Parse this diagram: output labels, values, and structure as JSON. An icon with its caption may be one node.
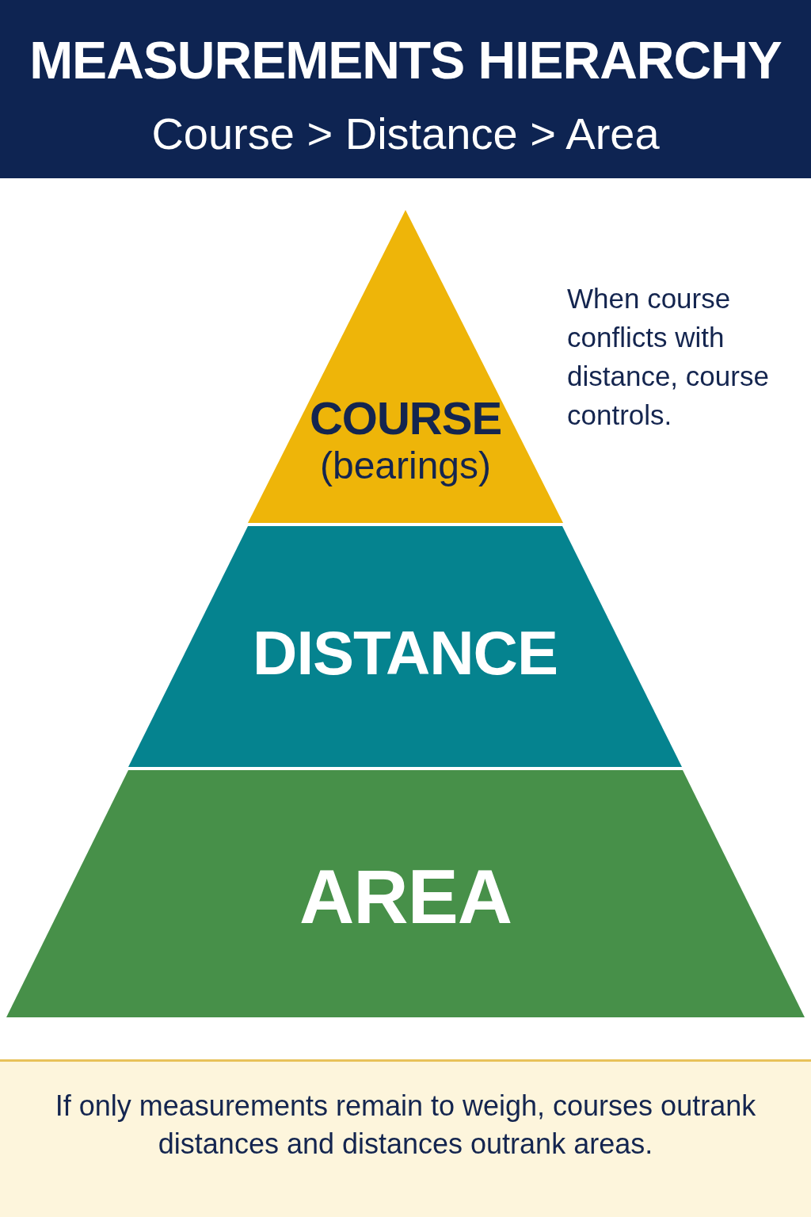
{
  "diagram": {
    "title": "MEASUREMENTS HIERARCHY",
    "nodes": [
      {
        "text": [
          "COURSE",
          "(bearings)"
        ]
      },
      {
        "text": [
          "DISTANCE"
        ]
      },
      {
        "text": [
          "AREA"
        ]
      }
    ],
    "labels": [
      "Course > Distance > Area",
      "When course conflicts with distance, course controls."
    ],
    "caption": "If only measurements remain to weigh, courses outrank distances and distances outrank areas."
  }
}
